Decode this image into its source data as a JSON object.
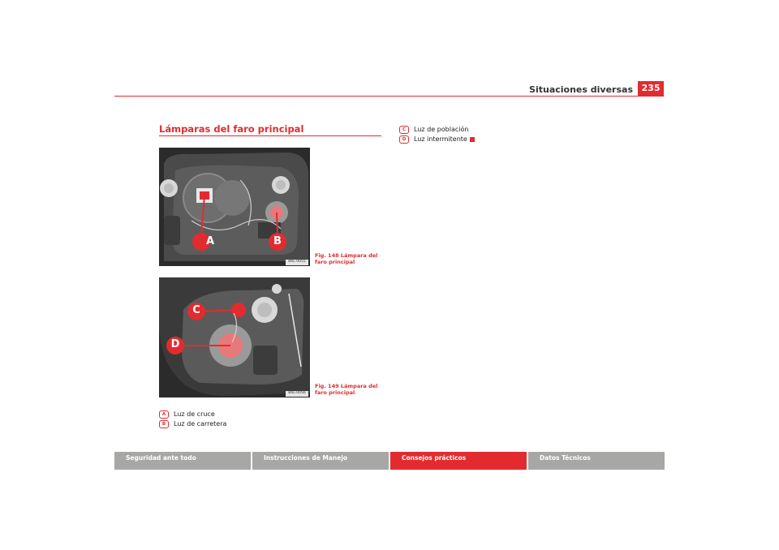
{
  "header": {
    "title": "Situaciones diversas",
    "page_number": "235"
  },
  "section_title": "Lámparas del faro principal",
  "figures": [
    {
      "caption": "Fig. 148   Lámpara del faro principal",
      "code": "B6L-0055",
      "callouts": [
        "A",
        "B"
      ]
    },
    {
      "caption": "Fig. 149   Lámpara del faro principal",
      "code": "B6L-0056",
      "callouts": [
        "C",
        "D"
      ]
    }
  ],
  "list_left": [
    {
      "marker": "A",
      "text": "Luz de cruce"
    },
    {
      "marker": "B",
      "text": "Luz de carretera"
    }
  ],
  "list_right": [
    {
      "marker": "C",
      "text": "Luz de población"
    },
    {
      "marker": "D",
      "text": "Luz intermitente"
    }
  ],
  "colors": {
    "accent": "#e32b2f",
    "tab_inactive": "#a7a8a6"
  },
  "footer_tabs": [
    {
      "label": "Seguridad ante todo",
      "active": false
    },
    {
      "label": "Instrucciones de Manejo",
      "active": false
    },
    {
      "label": "Consejos prácticos",
      "active": true
    },
    {
      "label": "Datos Técnicos",
      "active": false
    }
  ]
}
